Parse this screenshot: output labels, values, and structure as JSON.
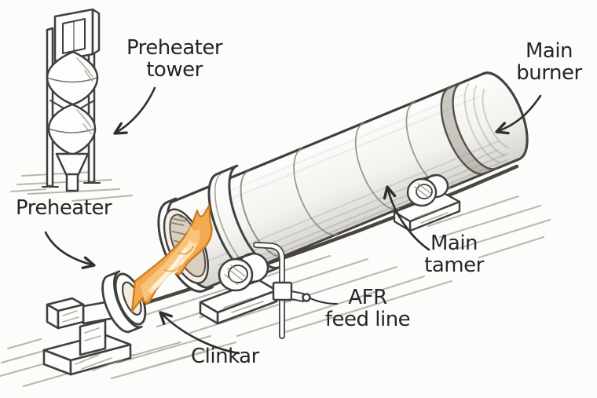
{
  "figure": {
    "description_labels": {
      "preheater_tower": {
        "line1": "Preheater",
        "line2": "tower"
      },
      "preheater": {
        "text": "Preheater"
      },
      "main_burner": {
        "line1": "Main",
        "line2": "burner"
      },
      "main_tamer": {
        "line1": "Main",
        "line2": "tamer"
      },
      "afr_feed_line": {
        "line1": "AFR",
        "line2": "feed line"
      },
      "clinkar": {
        "text": "Clinkar"
      }
    },
    "colors": {
      "paper": "#fcfcfa",
      "ink": "#3f3f3f",
      "pencil_light": "#a9a49b",
      "shadow_dark": "#4a453d",
      "flame_outer": "#f3a94f",
      "flame_mid": "#f7c47e",
      "flame_core": "#fbdfad",
      "flame_highlight": "#fdf3de",
      "flame_outline": "#c9791f",
      "label_text": "#262626"
    }
  }
}
